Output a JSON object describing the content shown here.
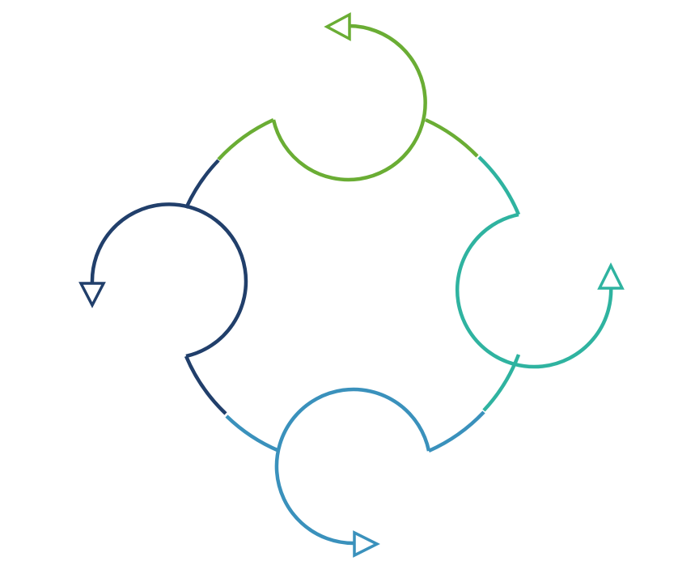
{
  "diagram": {
    "type": "cycle",
    "direction": "counterclockwise",
    "segments": [
      {
        "position": "top",
        "color": "#6aad34"
      },
      {
        "position": "left",
        "color": "#213f6b"
      },
      {
        "position": "bottom",
        "color": "#3a91bc"
      },
      {
        "position": "right",
        "color": "#2fb3a0"
      }
    ]
  }
}
